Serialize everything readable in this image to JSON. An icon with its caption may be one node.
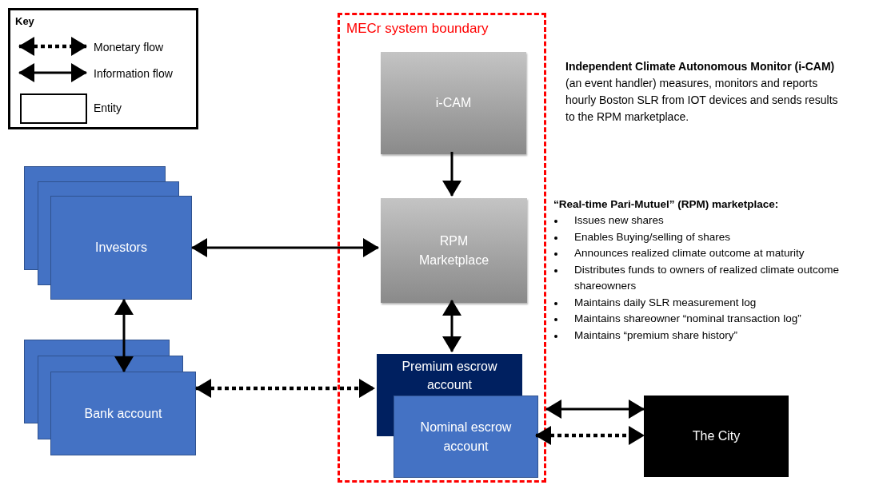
{
  "diagram": {
    "nodes": [
      {
        "text": [
          "MECr system boundary"
        ]
      },
      {
        "text": [
          "i-CAM"
        ],
        "in": 0
      },
      {
        "text": [
          "RPM Marketplace"
        ],
        "in": 0
      },
      {
        "text": [
          "Premium escrow account"
        ],
        "in": 0
      },
      {
        "text": [
          "Nominal escrow account"
        ],
        "in": 0
      },
      {
        "text": [
          "Investors"
        ]
      },
      {
        "text": [
          "Bank account"
        ]
      },
      {
        "text": [
          "The City"
        ]
      }
    ],
    "edges": [
      {
        "from": 1,
        "to": 2,
        "arrow": "to"
      },
      {
        "from": 5,
        "to": 2,
        "arrow": "both"
      },
      {
        "from": 2,
        "to": 3,
        "arrow": "both"
      },
      {
        "from": 5,
        "to": 6,
        "arrow": "both"
      },
      {
        "from": 6,
        "to": 3,
        "arrow": "both",
        "style": "dashed"
      },
      {
        "from": 0,
        "to": 7,
        "arrow": "both"
      },
      {
        "from": 4,
        "to": 7,
        "arrow": "both",
        "style": "dashed"
      }
    ],
    "labels": [
      "Key",
      "**Independent Climate Autonomous Monitor (i-CAM)** (an event handler) measures, monitors and reports hourly Boston SLR from IOT devices and sends results to the RPM marketplace.",
      "“Real-time Pari-Mutuel” (RPM) marketplace:",
      "Issues new shares",
      "Enables Buying/selling of shares",
      "Announces realized climate outcome at maturity",
      "Distributes funds to owners of realized climate outcome shareowners",
      "Maintains daily SLR measurement log",
      "Maintains shareowner “nominal transaction log”",
      "Maintains “premium share history”"
    ],
    "legend": [
      {
        "text": "Monetary flow"
      },
      {
        "text": "Information flow"
      },
      {
        "text": "Entity"
      }
    ]
  }
}
